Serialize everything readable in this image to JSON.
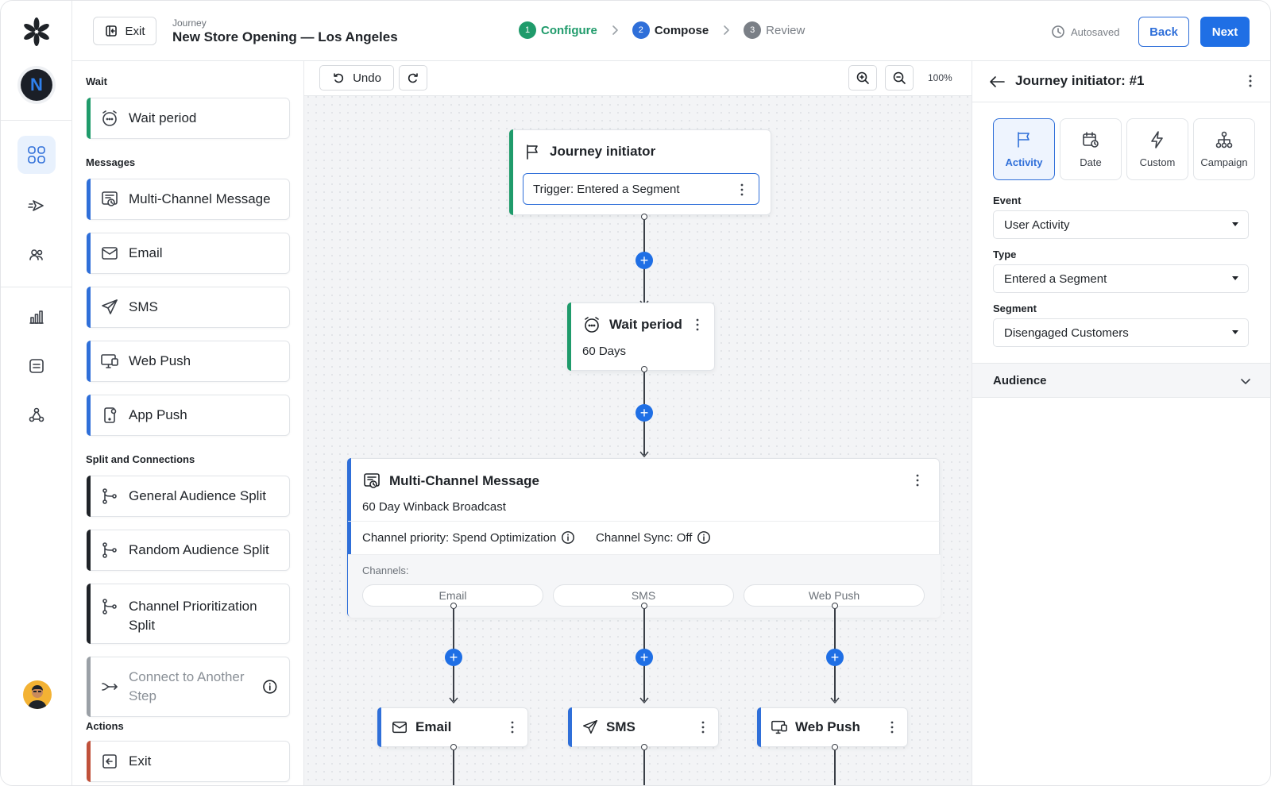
{
  "header": {
    "exit_label": "Exit",
    "journey_label": "Journey",
    "journey_title": "New Store Opening — Los Angeles",
    "steps": [
      {
        "num": "1",
        "label": "Configure"
      },
      {
        "num": "2",
        "label": "Compose"
      },
      {
        "num": "3",
        "label": "Review"
      }
    ],
    "autosave": "Autosaved",
    "back_label": "Back",
    "next_label": "Next"
  },
  "rail": {
    "avatar_letter": "N"
  },
  "palette": {
    "wait_title": "Wait",
    "wait_items": [
      "Wait period"
    ],
    "messages_title": "Messages",
    "message_items": [
      "Multi-Channel Message",
      "Email",
      "SMS",
      "Web Push",
      "App Push"
    ],
    "split_title": "Split and Connections",
    "split_items": [
      "General Audience Split",
      "Random Audience Split",
      "Channel Prioritization Split",
      "Connect to Another Step"
    ],
    "actions_title": "Actions",
    "action_items": [
      "Exit"
    ]
  },
  "canvas": {
    "undo_label": "Undo",
    "zoom_level": "100%",
    "initiator": {
      "title": "Journey initiator",
      "trigger": "Trigger: Entered a Segment"
    },
    "wait": {
      "title": "Wait period",
      "subtitle": "60 Days"
    },
    "mcm": {
      "title": "Multi-Channel Message",
      "subtitle": "60 Day Winback Broadcast",
      "priority": "Channel priority: Spend Optimization",
      "sync": "Channel Sync: Off",
      "channels_label": "Channels:",
      "channels": [
        "Email",
        "SMS",
        "Web Push"
      ]
    },
    "leaves": [
      "Email",
      "SMS",
      "Web Push"
    ]
  },
  "panel": {
    "title": "Journey initiator: #1",
    "tabs": [
      "Activity",
      "Date",
      "Custom",
      "Campaign"
    ],
    "event_label": "Event",
    "event_value": "User Activity",
    "type_label": "Type",
    "type_value": "Entered a Segment",
    "segment_label": "Segment",
    "segment_value": "Disengaged Customers",
    "audience_label": "Audience"
  },
  "colors": {
    "accent": "#1f6fe5",
    "success": "#1f9b6b",
    "action": "#c0513a"
  }
}
